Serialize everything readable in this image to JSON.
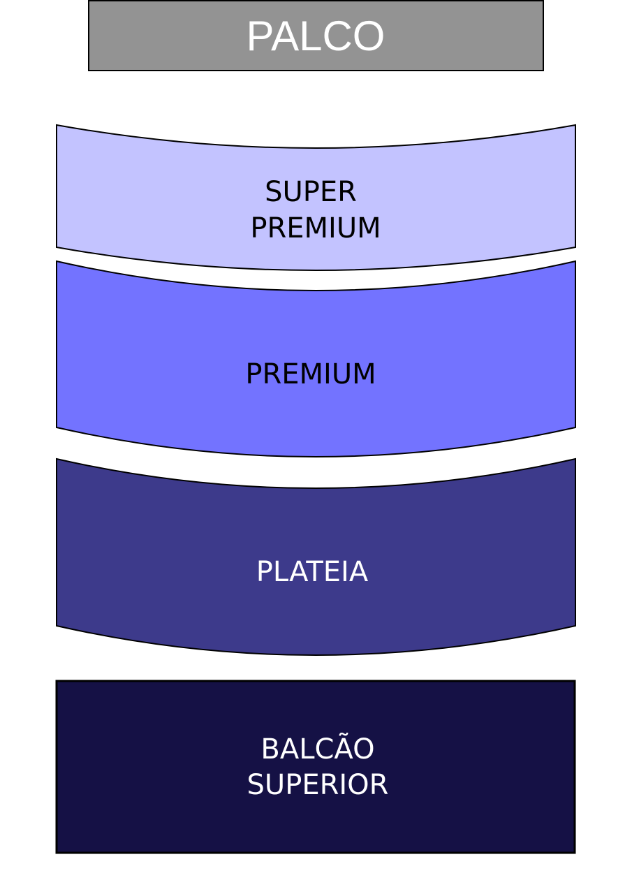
{
  "stage": {
    "label": "PALCO",
    "fill": "#939393",
    "text_color": "#ffffff"
  },
  "zones": [
    {
      "id": "super-premium",
      "line1": "SUPER",
      "line2": "PREMIUM",
      "fill": "#c3c3ff",
      "text_color": "#000000"
    },
    {
      "id": "premium",
      "line1": "PREMIUM",
      "fill": "#7373ff",
      "text_color": "#000000"
    },
    {
      "id": "plateia",
      "line1": "PLATEIA",
      "fill": "#3d3a8b",
      "text_color": "#ffffff"
    },
    {
      "id": "balcao-superior",
      "line1": "BALCÃO",
      "line2": "SUPERIOR",
      "fill": "#151145",
      "text_color": "#ffffff"
    }
  ]
}
